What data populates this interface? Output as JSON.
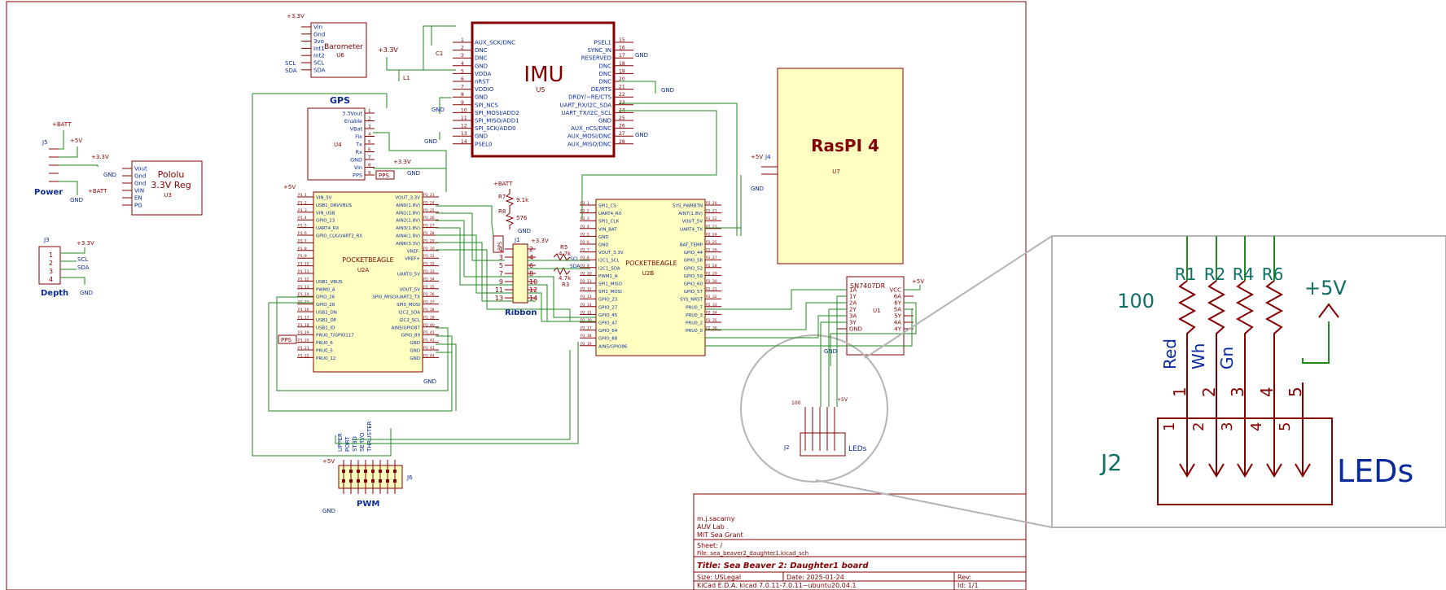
{
  "colors": {
    "wire": "#1f8a1f",
    "body": "#840000",
    "fill": "#ffffc2",
    "label": "#0a2a9c",
    "teal": "#0d6e63",
    "power": "#840000",
    "border": "#840000"
  },
  "labels": {
    "imu_title": "IMU",
    "imu_ref": "U5",
    "rpi_title": "RasPI 4",
    "rpi_ref": "U7",
    "baro_title": "Barometer",
    "baro_ref": "U6",
    "gps_title": "GPS",
    "gps_ref": "U4",
    "reg_title1": "Pololu",
    "reg_title2": "3.3V Reg",
    "reg_ref": "U3",
    "power_label": "Power",
    "depth_label": "Depth",
    "depth_ref": "J3",
    "pb_a_title": "POCKETBEAGLE",
    "pb_a_ref": "U2A",
    "pb_b_title": "POCKETBEAGLE",
    "pb_b_ref": "U2B",
    "ribbon_label": "Ribbon",
    "ribbon_ref": "J1",
    "pwm_label": "PWM",
    "pwm_ref": "J6",
    "sn_title": "SN7407DR",
    "sn_ref": "U1",
    "leds_label": "LEDs",
    "leds_ref": "J2",
    "j4": "J4",
    "j5": "J5",
    "r7": "R7",
    "r7_val": "9.1k",
    "r8": "R8",
    "r8_val": "576",
    "r5": "R5",
    "r5_val": "4.7k",
    "r3": "R3",
    "r3_val": "4.7k",
    "pps": "PPS",
    "p_batt": "+BATT",
    "p_33": "+3.3V",
    "p_5": "+5V",
    "gnd": "GND",
    "c1": "C1",
    "l1": "L1",
    "scl": "SCL",
    "sda": "SDA"
  },
  "imu_left_pins": [
    "AUX_SCK/DNC",
    "DNC",
    "DNC",
    "GND",
    "VDDA",
    "nRST",
    "VDDIO",
    "GND",
    "SPI_NCS",
    "SPI_MOSI/ADD2",
    "SPI_MISO/ADD1",
    "SPI_SCK/ADD0",
    "GND",
    "PSEL0"
  ],
  "imu_right_pins": [
    "PSEL1",
    "SYNC_IN",
    "RESERVED",
    "DNC",
    "DNC",
    "DNC",
    "DE/RTS",
    "DRDY/~RE/CTS",
    "UART_RX/I2C_SDA",
    "UART_TX/I2C_SCL",
    "GND",
    "AUX_nCS/DNC",
    "AUX_MOSI/DNC",
    "AUX_MISO/DNC"
  ],
  "imu_right_nums": [
    "15",
    "16",
    "17",
    "18",
    "19",
    "20",
    "21",
    "22",
    "23",
    "24",
    "25",
    "26",
    "27",
    "28"
  ],
  "baro_pins": [
    "Vin",
    "Gnd",
    "3vo",
    "Int1",
    "Int2",
    "SCL",
    "SDA"
  ],
  "gps_pins": [
    "3.3Vout",
    "Enable",
    "VBat",
    "Fix",
    "Tx",
    "Rx",
    "GND",
    "Vin",
    "PPS"
  ],
  "reg_pins": [
    "Vout",
    "Gnd",
    "Gnd",
    "VIN",
    "EN",
    "PG"
  ],
  "pwm_pins": [
    "UPPER",
    "PORT",
    "STBD",
    "SERVO",
    "THRUSTER"
  ],
  "pb_a_left": [
    "VIN_5V",
    "USB1_DRVVBUS",
    "VIN_USB",
    "GPIO_23",
    "UART4_RX",
    "GPIO_CLK/UART2_RX",
    "",
    "",
    "",
    "",
    "",
    "USB1_VBUS",
    "PWM0_A",
    "GPIO_26",
    "GPIO_28",
    "USB1_DN",
    "USB1_DP",
    "USB1_ID",
    "PRU0_7/GPIO117",
    "PRU0_6",
    "PRU0_5",
    "PRU0_12"
  ],
  "pb_a_right": [
    "VOUT_3.3V",
    "AIN0(1.8V)",
    "AIN1(1.8V)",
    "AIN2(1.8V)",
    "AIN3(1.8V)",
    "AIN4(1.8V)",
    "AIN6(3.3V)",
    "VREF-",
    "VREF+",
    "",
    "UART0_5V",
    "",
    "VOUT_5V",
    "SPI0_MISO/UART2_TX",
    "SPI0_MOSI",
    "I2C2_SDA",
    "I2C2_SCL",
    "AIN5/GPIO87",
    "GPIO_89",
    "GND",
    "GND",
    "GND"
  ],
  "pb_b_left": [
    "SPI1_CS",
    "UART4_RX",
    "SPI1_CLK",
    "VIN_BAT",
    "GND",
    "GND",
    "VOUT_3.3V",
    "I2C1_SCL",
    "I2C1_SDA",
    "PWM1_A",
    "SPI1_MISO",
    "SPI1_MOSI",
    "GPIO_23",
    "GPIO_27",
    "GPIO_45",
    "GPIO_47",
    "GPIO_64",
    "GPIO_88",
    "AIN5/GPIO86"
  ],
  "pb_b_right": [
    "SYS_PWRBTN",
    "AIN7(1.8V)",
    "VOUT_5V",
    "UART4_TX",
    "",
    "BAT_TEMP",
    "GPIO_44",
    "GPIO_58",
    "GPIO_52",
    "GPIO_59",
    "GPIO_60",
    "GPIO_57",
    "SYS_NRST",
    "PRU0_7",
    "PRU0_3",
    "PRU0_2",
    "PRU0_0"
  ],
  "sn_left": [
    "1A",
    "1Y",
    "2A",
    "2Y",
    "3A",
    "3Y",
    "GND"
  ],
  "sn_right": [
    "VCC",
    "6A",
    "6Y",
    "5A",
    "5Y",
    "4A",
    "4Y"
  ],
  "ribbon_left": [
    "1",
    "3",
    "5",
    "7",
    "9",
    "11",
    "13"
  ],
  "ribbon_right": [
    "2",
    "4",
    "6",
    "8",
    "10",
    "12",
    "14"
  ],
  "zoom": {
    "resistors": [
      "R1",
      "R2",
      "R4",
      "R6"
    ],
    "value": "100",
    "supply": "+5V",
    "wire_labels": [
      "Red",
      "Wh",
      "Gn"
    ],
    "pin_nums_top": [
      "1",
      "2",
      "3",
      "4",
      "5"
    ],
    "pin_nums_in": [
      "1",
      "2",
      "3",
      "4",
      "5"
    ],
    "connector": "J2",
    "name": "LEDs"
  },
  "title_block": {
    "author": "m.j.sacarny",
    "lab": "AUV Lab",
    "org": "MIT Sea Grant",
    "sheet": "Sheet: /",
    "file": "File: sea_beaver2_daughter1.kicad_sch",
    "title": "Title: Sea Beaver 2: Daughter1 board",
    "size": "Size: USLegal",
    "date": "Date: 2025-01-24",
    "rev": "Rev:",
    "kicad": "KiCad E.D.A.  kicad 7.0.11-7.0.11~ubuntu20.04.1",
    "id": "Id: 1/1"
  }
}
